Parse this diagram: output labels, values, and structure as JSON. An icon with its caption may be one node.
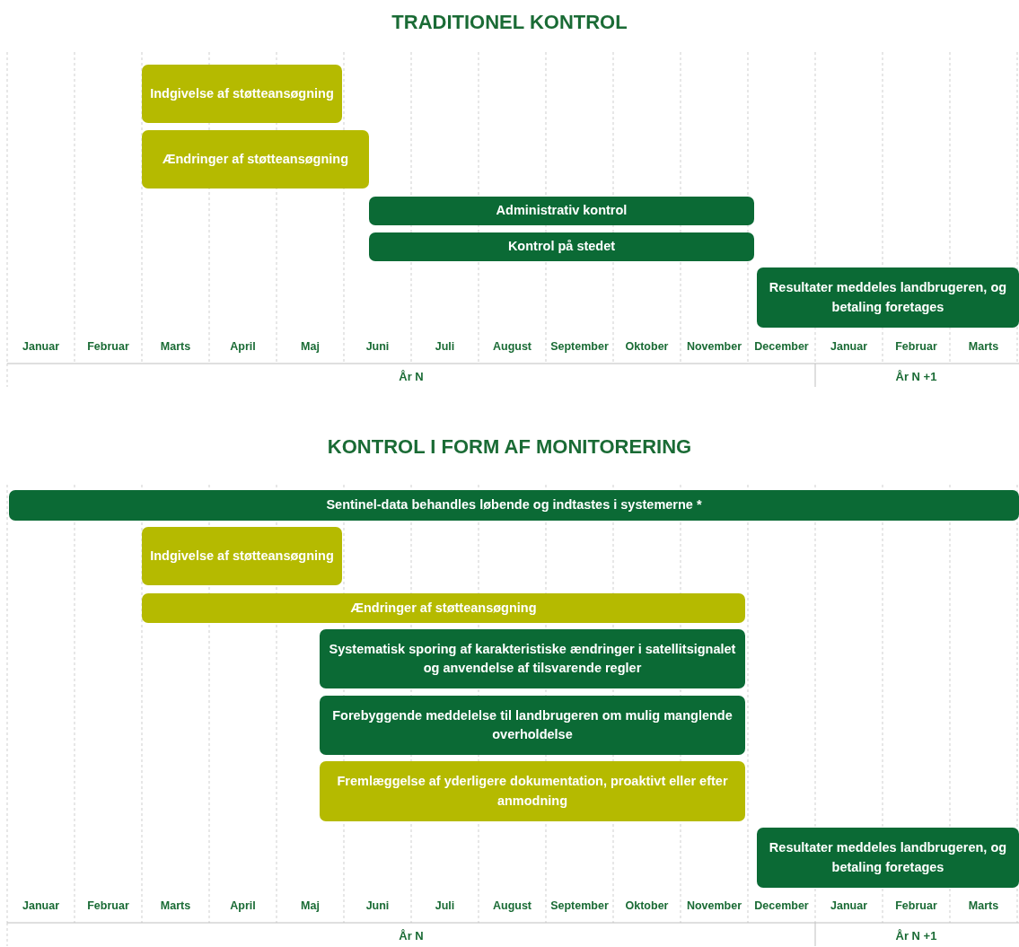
{
  "diagram": {
    "nodes": [
      {
        "text": [
          "Indgivelse af støtteansøgning"
        ]
      },
      {
        "text": [
          "Ændringer af støtteansøgning"
        ]
      },
      {
        "text": [
          "Administrativ kontrol"
        ]
      },
      {
        "text": [
          "Kontrol på stedet"
        ]
      },
      {
        "text": [
          "Resultater meddeles landbrugeren, og betaling foretages"
        ]
      },
      {
        "text": [
          "Sentinel-data behandles løbende og indtastes i systemerne *"
        ]
      },
      {
        "text": [
          "Indgivelse af støtteansøgning"
        ]
      },
      {
        "text": [
          "Ændringer af støtteansøgning"
        ]
      },
      {
        "text": [
          "Systematisk sporing af karakteristiske ændringer i satellitsignalet og anvendelse af tilsvarende regler"
        ]
      },
      {
        "text": [
          "Forebyggende meddelelse til landbrugeren om mulig manglende overholdelse"
        ]
      },
      {
        "text": [
          "Fremlæggelse af yderligere dokumentation, proaktivt eller efter anmodning"
        ]
      },
      {
        "text": [
          "Resultater meddeles landbrugeren, og betaling foretages"
        ]
      }
    ],
    "labels": [
      "TRADITIONEL KONTROL",
      "Januar",
      "Februar",
      "Marts",
      "April",
      "Maj",
      "Juni",
      "Juli",
      "August",
      "September",
      "Oktober",
      "November",
      "December",
      "Januar",
      "Februar",
      "Marts",
      "År N",
      "År N +1",
      "KONTROL I FORM AF MONITORERING",
      "Januar",
      "Februar",
      "Marts",
      "April",
      "Maj",
      "Juni",
      "Juli",
      "August",
      "September",
      "Oktober",
      "November",
      "December",
      "Januar",
      "Februar",
      "Marts",
      "År N",
      "År N +1"
    ]
  }
}
